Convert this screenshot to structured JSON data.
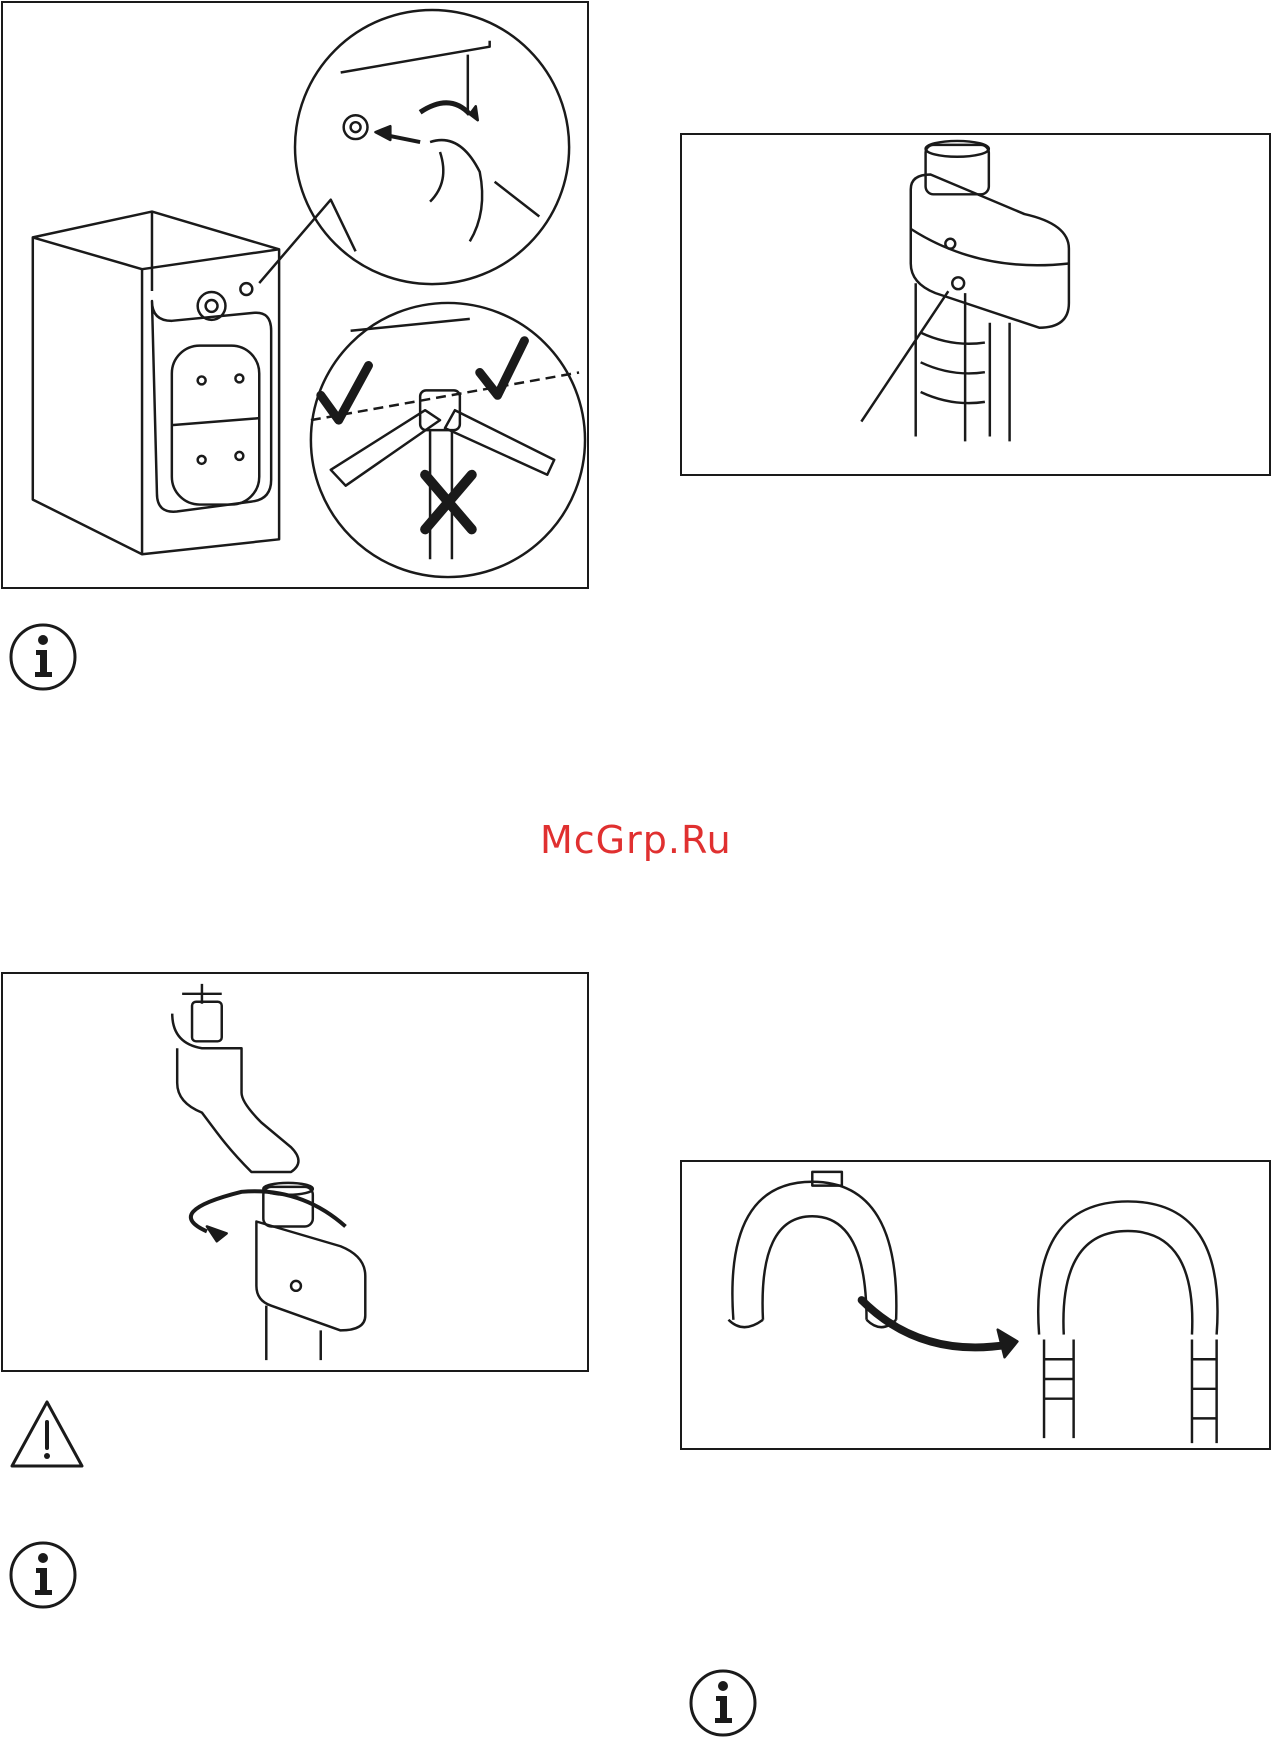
{
  "watermark": "McGrp.Ru",
  "figures": [
    {
      "name": "washing-machine-inlet-angle-figure"
    },
    {
      "name": "hose-connector-figure"
    },
    {
      "name": "tap-connection-figure"
    },
    {
      "name": "hose-guide-figure"
    }
  ],
  "icons": [
    "info-icon",
    "warning-icon",
    "info-icon",
    "info-icon"
  ],
  "colors": {
    "line": "#1a1a1a",
    "watermark": "#e03030",
    "background": "#ffffff"
  }
}
